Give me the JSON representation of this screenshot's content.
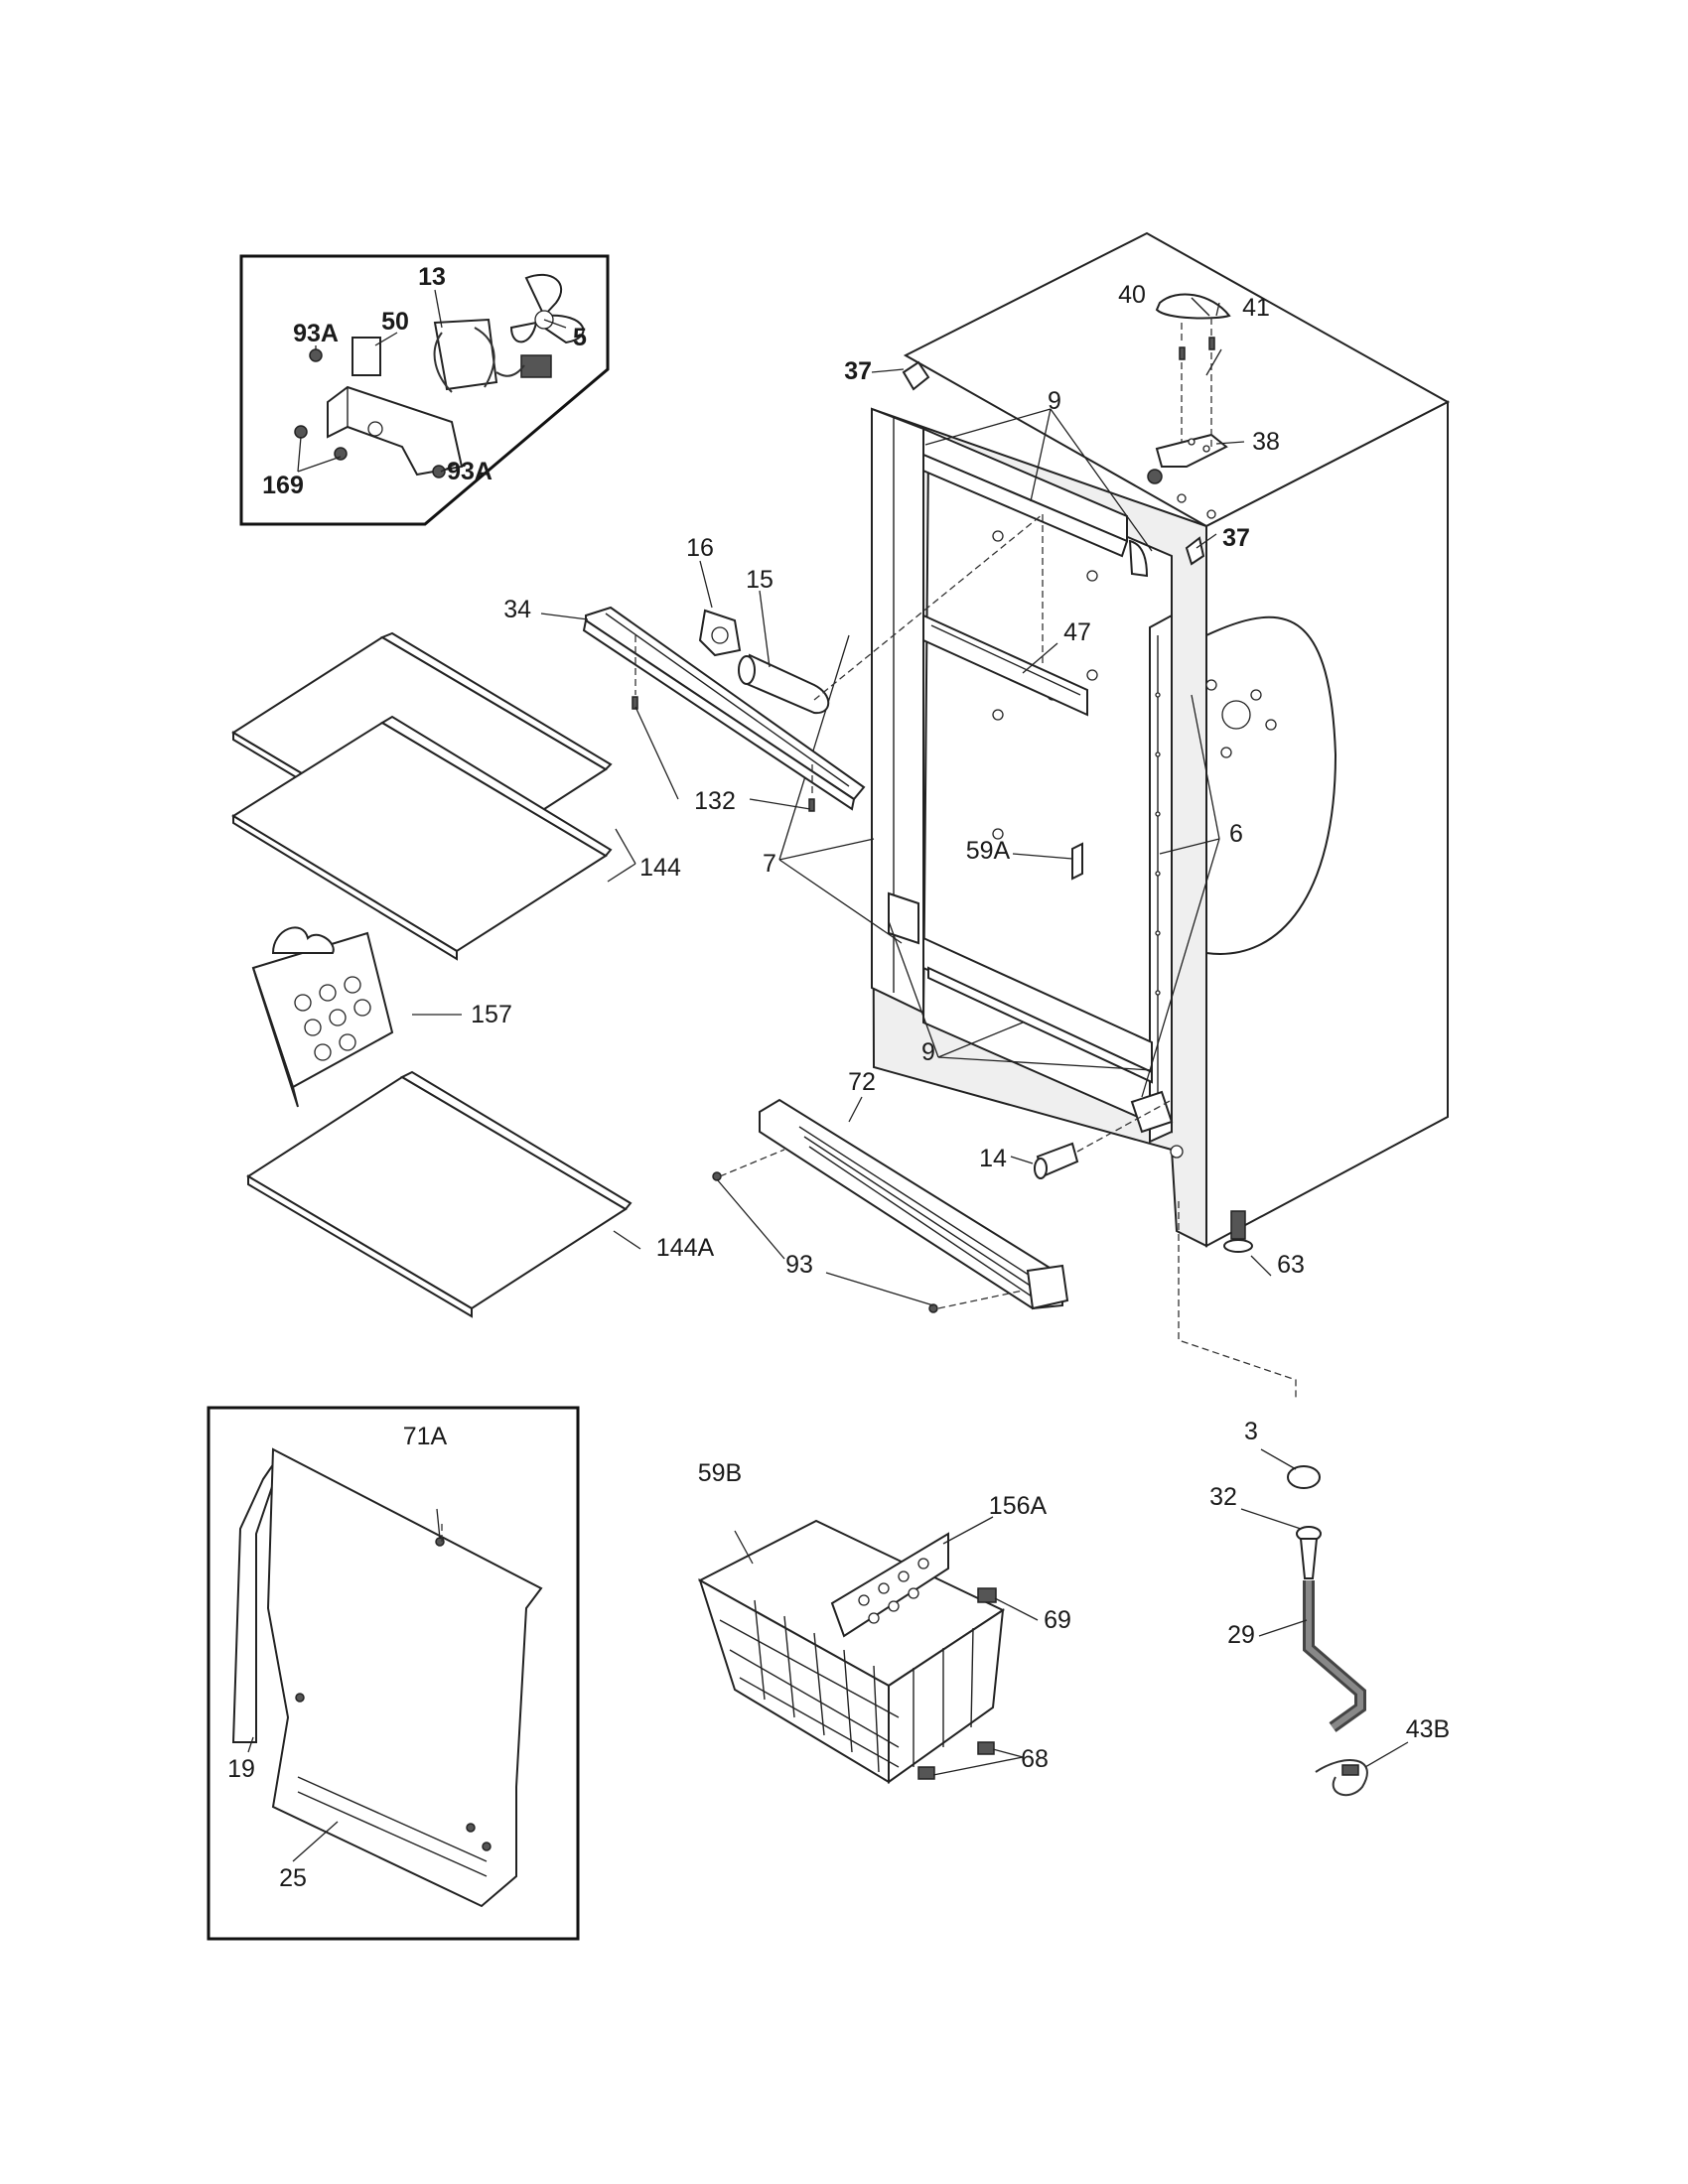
{
  "callouts": {
    "c13": "13",
    "c50": "50",
    "c93A_top": "93A",
    "c5": "5",
    "c169": "169",
    "c93A_bottom": "93A",
    "c37_left": "37",
    "c40": "40",
    "c41": "41",
    "c9_top": "9",
    "c38": "38",
    "c37_right": "37",
    "c16": "16",
    "c15": "15",
    "c34": "34",
    "c47": "47",
    "c132": "132",
    "c144": "144",
    "c6": "6",
    "c59A": "59A",
    "c7": "7",
    "c157": "157",
    "c9_bottom": "9",
    "c72": "72",
    "c14": "14",
    "c144A": "144A",
    "c93": "93",
    "c63": "63",
    "c71A": "71A",
    "c59B": "59B",
    "c156A": "156A",
    "c3": "3",
    "c32": "32",
    "c69": "69",
    "c29": "29",
    "c19": "19",
    "c43B": "43B",
    "c68": "68",
    "c25": "25"
  }
}
